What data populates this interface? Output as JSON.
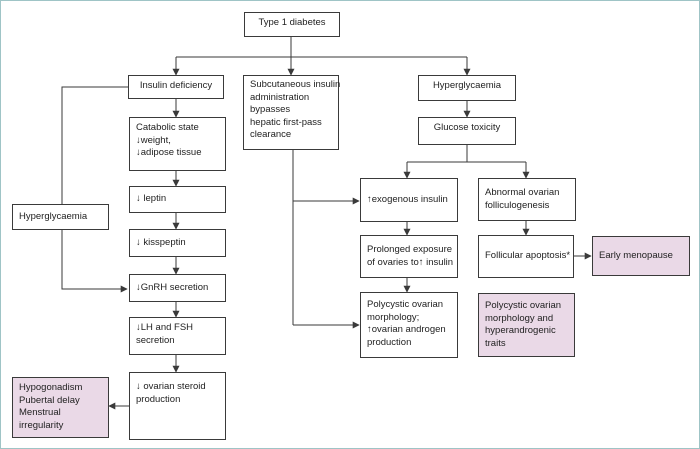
{
  "colors": {
    "line": "#3a3a3a",
    "highlight_fill": "#ead9e7",
    "frame": "#9fc4c6"
  },
  "nodes": {
    "type1_diabetes": {
      "lines": [
        "Type 1 diabetes"
      ]
    },
    "insulin_deficiency": {
      "lines": [
        "Insulin deficiency"
      ]
    },
    "subcutaneous_insulin": {
      "lines": [
        "Subcutaneous insulin",
        "administration",
        "bypasses",
        "hepatic first-pass",
        "clearance"
      ]
    },
    "hyperglycaemia_top": {
      "lines": [
        "Hyperglycaemia"
      ]
    },
    "glucose_toxicity": {
      "lines": [
        "Glucose toxicity"
      ]
    },
    "catabolic_state": {
      "lines": [
        "Catabolic state",
        "↓weight,",
        "↓adipose tissue"
      ]
    },
    "hyperglycaemia_left": {
      "lines": [
        "Hyperglycaemia"
      ]
    },
    "leptin": {
      "lines": [
        "↓ leptin"
      ]
    },
    "kisspeptin": {
      "lines": [
        "↓ kisspeptin"
      ]
    },
    "gnrh": {
      "lines": [
        "↓GnRH secretion"
      ]
    },
    "lh_fsh": {
      "lines": [
        "↓LH and FSH",
        "secretion"
      ]
    },
    "ovarian_steroid": {
      "lines": [
        "↓ ovarian steroid",
        "production"
      ]
    },
    "hypogonadism": {
      "lines": [
        "Hypogonadism",
        "Pubertal delay",
        "Menstrual",
        "irregularity"
      ]
    },
    "exogenous_insulin": {
      "lines": [
        "↑exogenous insulin"
      ]
    },
    "prolonged_exposure": {
      "lines": [
        "Prolonged exposure",
        "of ovaries to↑ insulin"
      ]
    },
    "polycystic_morph": {
      "lines": [
        "Polycystic ovarian",
        "morphology;",
        "↑ovarian androgen",
        "production"
      ]
    },
    "abnormal_follicle": {
      "lines": [
        "Abnormal ovarian",
        "folliculogenesis"
      ]
    },
    "follicular_apoptosis": {
      "lines": [
        "Follicular apoptosis*"
      ]
    },
    "early_menopause": {
      "lines": [
        "Early menopause"
      ]
    },
    "pcos_traits": {
      "lines": [
        "Polycystic ovarian",
        "morphology and",
        "hyperandrogenic",
        "traits"
      ]
    }
  }
}
